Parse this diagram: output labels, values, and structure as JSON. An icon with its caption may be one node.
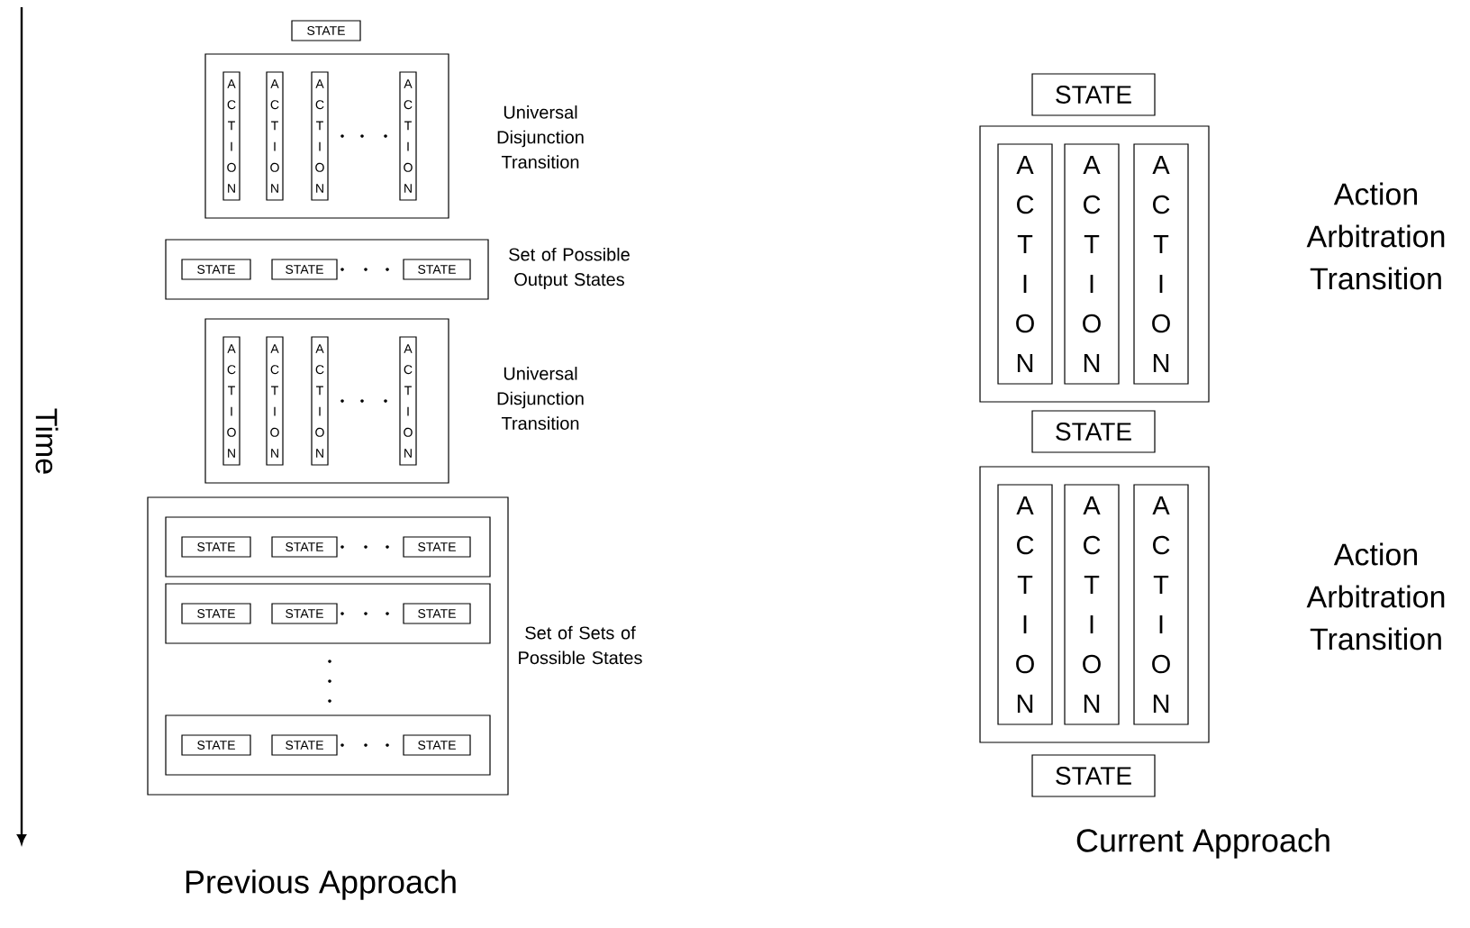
{
  "diagram": {
    "nodes": [
      {
        "text": [
          "STATE"
        ]
      },
      {
        "text": [],
        "shape": "box",
        "beside": [
          "Universal Disjunction Transition"
        ]
      },
      {
        "text": [
          "ACTION"
        ],
        "in": 1
      },
      {
        "text": [
          "ACTION"
        ],
        "in": 1
      },
      {
        "text": [
          "ACTION"
        ],
        "in": 1
      },
      {
        "text": [
          "ACTION"
        ],
        "in": 1
      },
      {
        "text": [],
        "shape": "box",
        "beside": [
          "Set of Possible Output States"
        ]
      },
      {
        "text": [
          "STATE"
        ],
        "in": 6
      },
      {
        "text": [
          "STATE"
        ],
        "in": 6
      },
      {
        "text": [
          "STATE"
        ],
        "in": 6
      },
      {
        "text": [],
        "shape": "box",
        "beside": [
          "Universal Disjunction Transition"
        ]
      },
      {
        "text": [
          "ACTION"
        ],
        "in": 10
      },
      {
        "text": [
          "ACTION"
        ],
        "in": 10
      },
      {
        "text": [
          "ACTION"
        ],
        "in": 10
      },
      {
        "text": [
          "ACTION"
        ],
        "in": 10
      },
      {
        "text": [],
        "shape": "box",
        "beside": [
          "Set of Sets of Possible States"
        ]
      },
      {
        "text": [],
        "shape": "box",
        "in": 15
      },
      {
        "text": [
          "STATE"
        ],
        "in": 16
      },
      {
        "text": [
          "STATE"
        ],
        "in": 16
      },
      {
        "text": [
          "STATE"
        ],
        "in": 16
      },
      {
        "text": [],
        "shape": "box",
        "in": 15
      },
      {
        "text": [
          "STATE"
        ],
        "in": 20
      },
      {
        "text": [
          "STATE"
        ],
        "in": 20
      },
      {
        "text": [
          "STATE"
        ],
        "in": 20
      },
      {
        "text": [],
        "shape": "box",
        "in": 15
      },
      {
        "text": [
          "STATE"
        ],
        "in": 24
      },
      {
        "text": [
          "STATE"
        ],
        "in": 24
      },
      {
        "text": [
          "STATE"
        ],
        "in": 24
      },
      {
        "text": [
          "STATE"
        ]
      },
      {
        "text": [],
        "shape": "box",
        "beside": [
          "Action Arbitration Transition"
        ]
      },
      {
        "text": [
          "ACTION"
        ],
        "in": 29
      },
      {
        "text": [
          "ACTION"
        ],
        "in": 29
      },
      {
        "text": [
          "ACTION"
        ],
        "in": 29
      },
      {
        "text": [
          "STATE"
        ]
      },
      {
        "text": [],
        "shape": "box",
        "beside": [
          "Action Arbitration Transition"
        ]
      },
      {
        "text": [
          "ACTION"
        ],
        "in": 34
      },
      {
        "text": [
          "ACTION"
        ],
        "in": 34
      },
      {
        "text": [
          "ACTION"
        ],
        "in": 34
      },
      {
        "text": [
          "STATE"
        ]
      }
    ],
    "labels": [
      "Time",
      "Previous Approach",
      "Current Approach"
    ]
  }
}
